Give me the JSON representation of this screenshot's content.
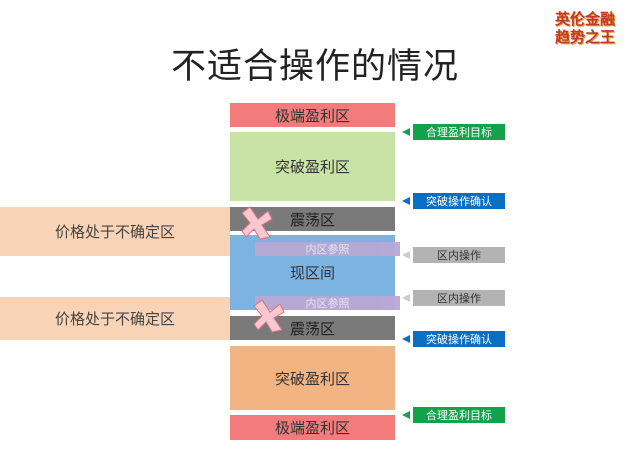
{
  "title": "不适合操作的情况",
  "logo": {
    "line1": "英伦金融",
    "line2": "趋势之王"
  },
  "zones": {
    "extreme_top": "极端盈利区",
    "breakout_top": "突破盈利区",
    "range_top": "震荡区",
    "current": "现区间",
    "range_bottom": "震荡区",
    "breakout_bottom": "突破盈利区",
    "extreme_bottom": "极端盈利区"
  },
  "refs": {
    "upper": "内区参照",
    "lower": "内区参照"
  },
  "uncertain": {
    "upper": "价格处于不确定区",
    "lower": "价格处于不确定区"
  },
  "tags": {
    "target_top": "合理盈利目标",
    "confirm_top": "突破操作确认",
    "inner_top": "区内操作",
    "inner_bottom": "区内操作",
    "confirm_bottom": "突破操作确认",
    "target_bottom": "合理盈利目标"
  },
  "colors": {
    "extreme": "#f47b7b",
    "breakout_green": "#c9e3a6",
    "range": "#7a7a7a",
    "current": "#7db3e0",
    "breakout_orange": "#f2b482",
    "uncertain": "#f9d3b5",
    "tag_green": "#12a24a",
    "tag_blue": "#0a6fc2",
    "tag_gray": "#b3b3b3"
  }
}
